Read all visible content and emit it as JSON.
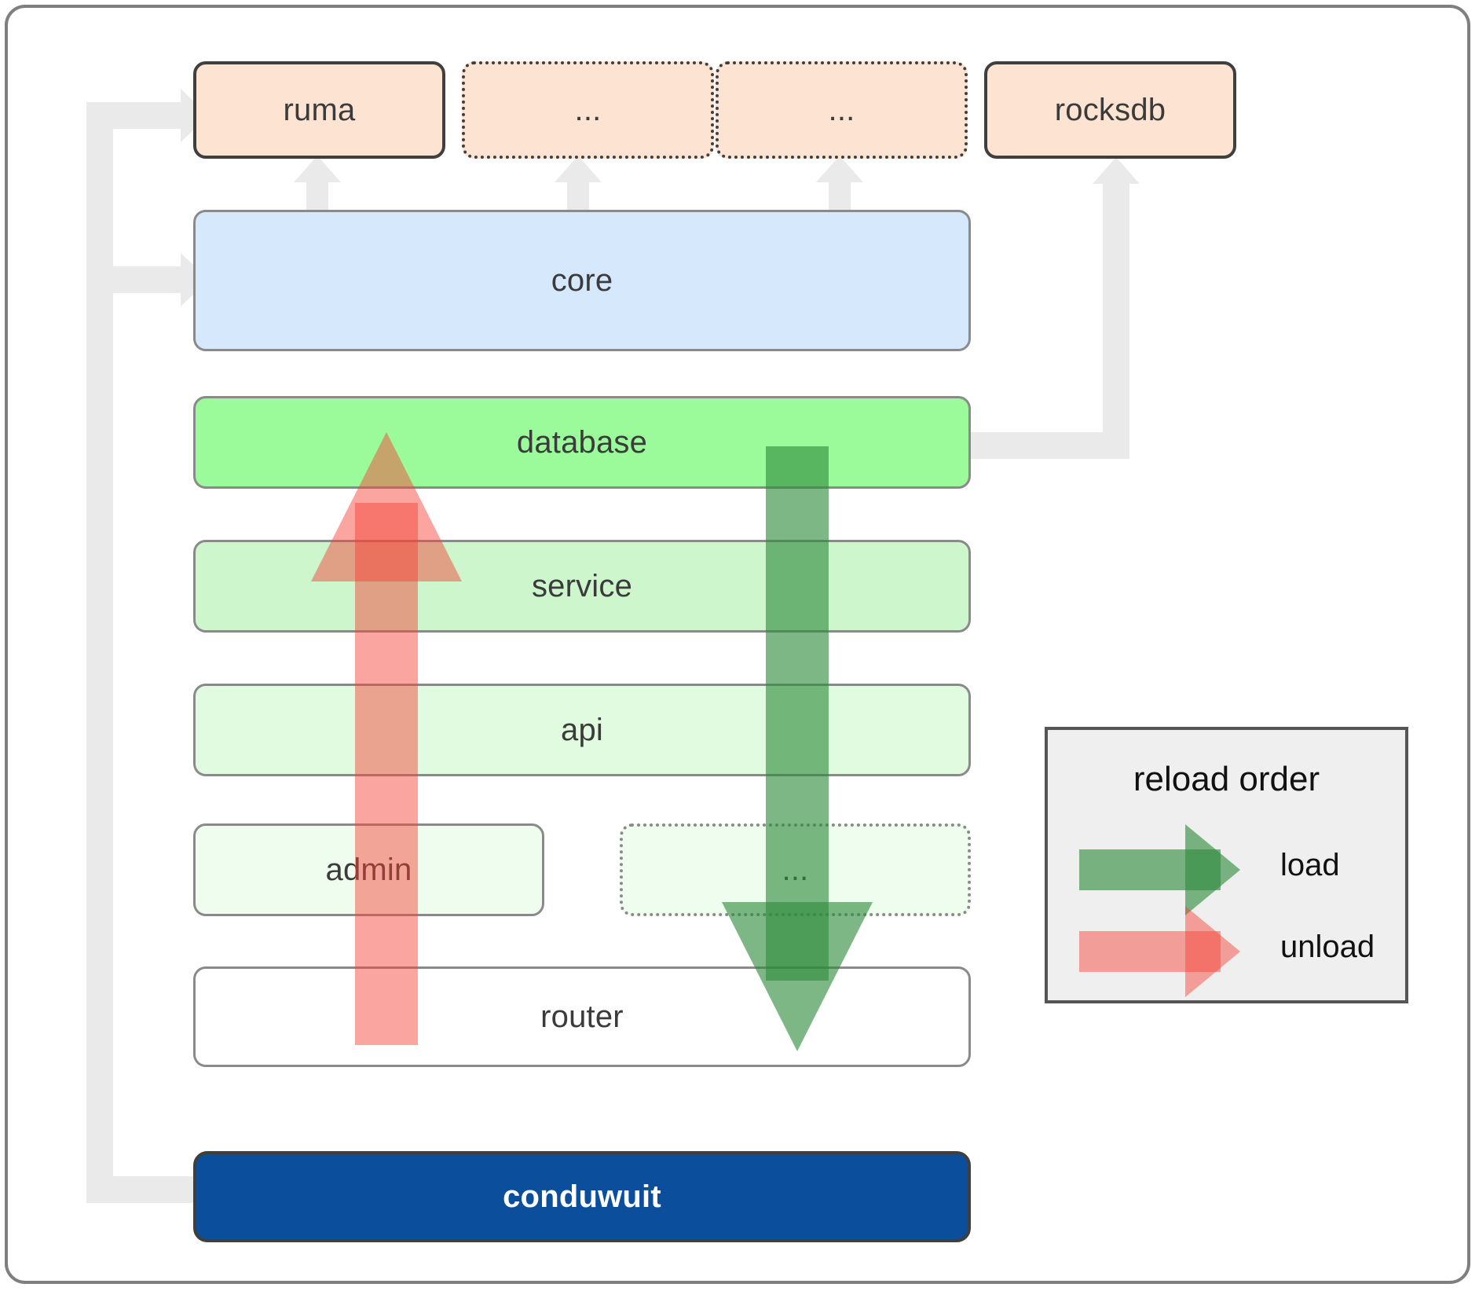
{
  "diagram": {
    "title": "conduwuit crate dependency / reload order diagram",
    "colors": {
      "peach": "#fde3d1",
      "blue": "#d6e8fb",
      "green_strong": "#9bfb9b",
      "green_mid": "#cdf6cd",
      "green_light": "#e0fbe0",
      "green_faint": "#effdef",
      "navy": "#0b4e9b",
      "connector_gray": "#eaeaea",
      "border_dark": "#3f3f3f",
      "border_gray": "#8a8a8a",
      "load_green": "#2e8b3c",
      "unload_red": "#f44336",
      "legend_bg": "#efefef"
    }
  },
  "external_row": [
    {
      "label": "ruma",
      "border": "solid",
      "name": "node-ruma"
    },
    {
      "label": "...",
      "border": "dotted",
      "name": "node-ext-placeholder-1"
    },
    {
      "label": "...",
      "border": "dotted",
      "name": "node-ext-placeholder-2"
    },
    {
      "label": "rocksdb",
      "border": "solid",
      "name": "node-rocksdb"
    }
  ],
  "stack": [
    {
      "label": "core",
      "name": "node-core"
    },
    {
      "label": "database",
      "name": "node-database"
    },
    {
      "label": "service",
      "name": "node-service"
    },
    {
      "label": "api",
      "name": "node-api"
    },
    {
      "label": "admin",
      "name": "node-admin"
    },
    {
      "label": "...",
      "name": "node-admin-placeholder"
    },
    {
      "label": "router",
      "name": "node-router"
    }
  ],
  "binary": {
    "label": "conduwuit",
    "name": "node-conduwuit"
  },
  "legend": {
    "title": "reload order",
    "items": [
      {
        "label": "load",
        "color": "#2e8b3c",
        "direction": "down"
      },
      {
        "label": "unload",
        "color": "#f44336",
        "direction": "up"
      }
    ]
  },
  "icons": {
    "arrow_up": "arrow-up-icon",
    "arrow_down": "arrow-down-icon",
    "arrow_right": "arrow-right-icon"
  }
}
